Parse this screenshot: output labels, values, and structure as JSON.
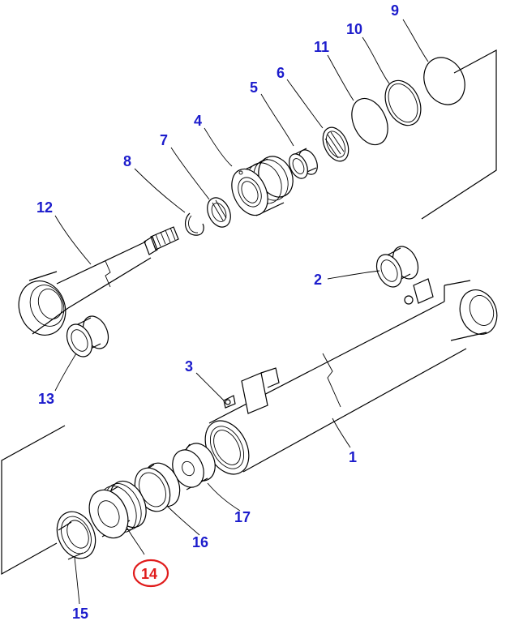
{
  "colors": {
    "label": "#1c1ccc",
    "highlight": "#e01b1b",
    "line": "#000000"
  },
  "labels": {
    "p1": "1",
    "p2": "2",
    "p3": "3",
    "p4": "4",
    "p5": "5",
    "p6": "6",
    "p7": "7",
    "p8": "8",
    "p9": "9",
    "p10": "10",
    "p11": "11",
    "p12": "12",
    "p13": "13",
    "p14": "14",
    "p15": "15",
    "p16": "16",
    "p17": "17"
  },
  "highlighted_part": "14"
}
